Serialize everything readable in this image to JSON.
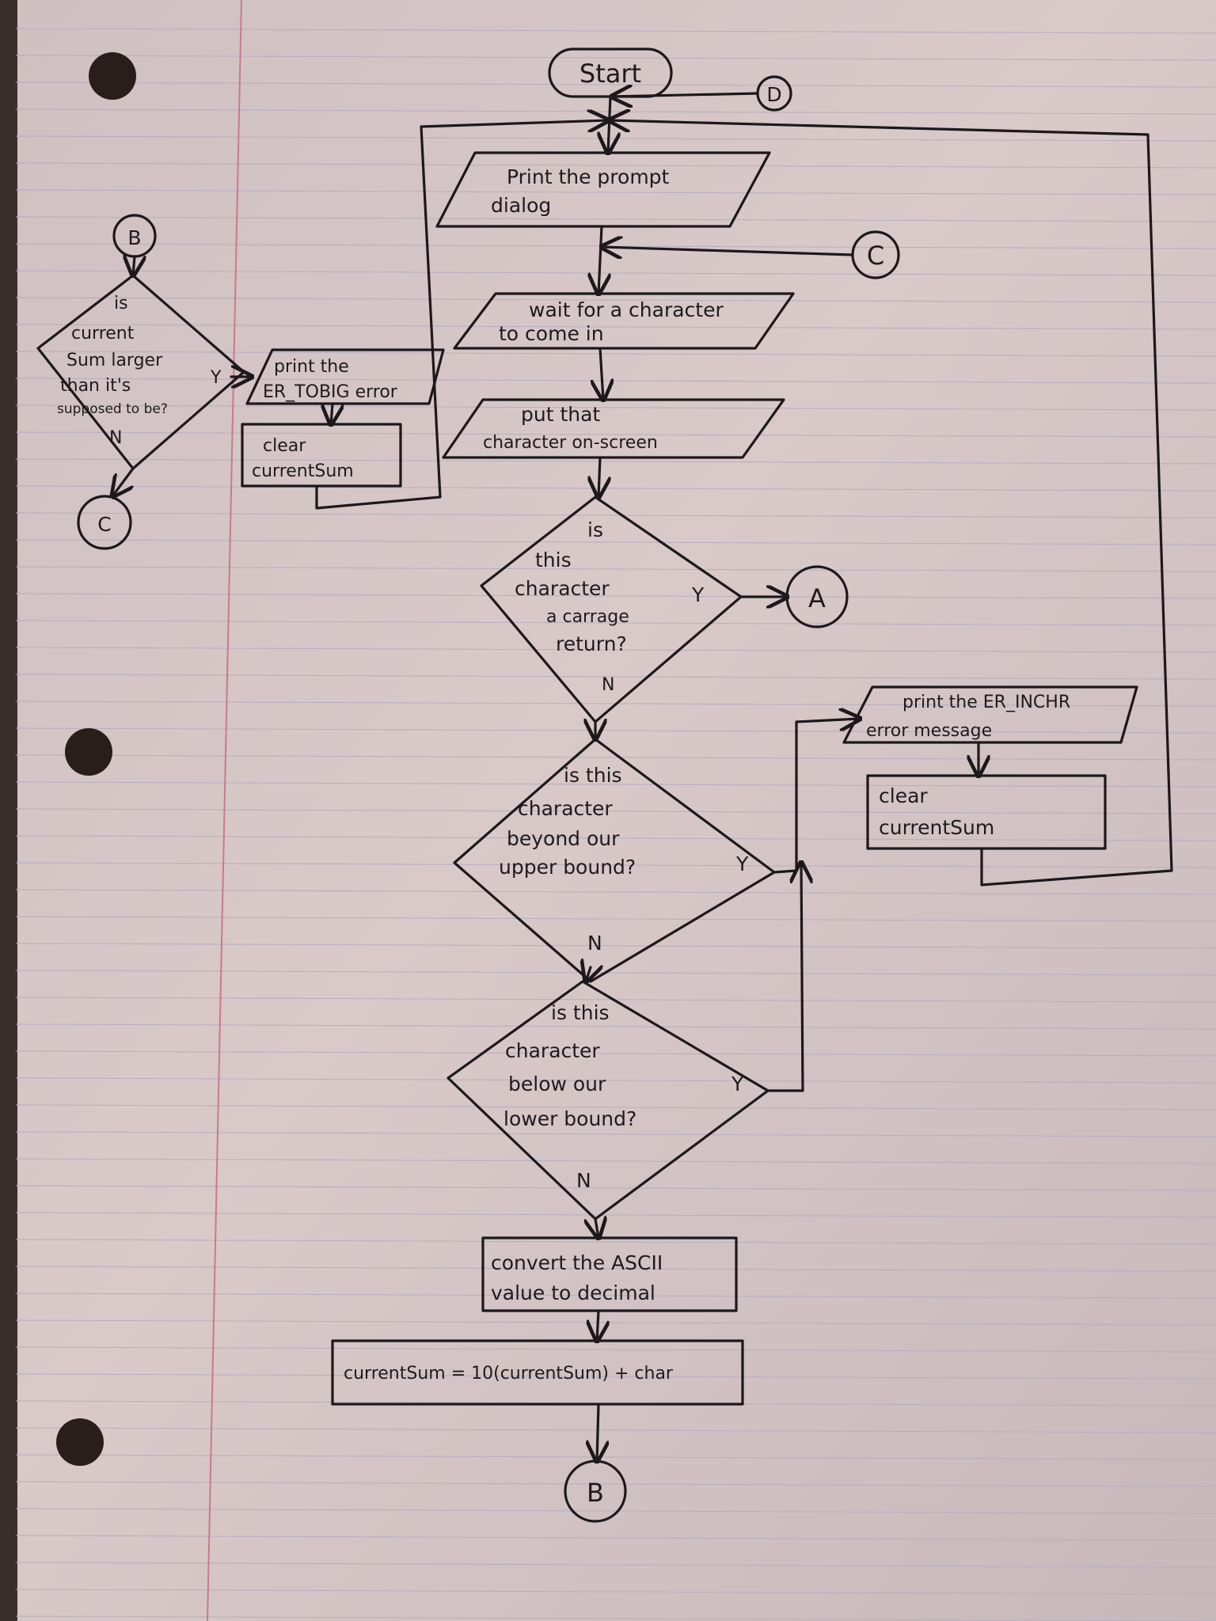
{
  "nodes": {
    "start": "Start",
    "prompt": [
      "Print the prompt",
      "dialog"
    ],
    "wait": [
      "wait for a character",
      "to come in"
    ],
    "put": [
      "put that",
      "character   on-screen"
    ],
    "cr_q": [
      "is",
      "this",
      "character",
      "a   carrage",
      "return?"
    ],
    "upper_q": [
      "is this",
      "character",
      "beyond our",
      "upper bound?"
    ],
    "lower_q": [
      "is this",
      "character",
      "below our",
      "lower bound?"
    ],
    "convert": [
      "convert the ASCII",
      "value to decimal"
    ],
    "sum": "currentSum = 10(currentSum) + char",
    "err_inchr": [
      "print the ER_INCHR",
      "error message"
    ],
    "clear1": [
      "clear",
      "currentSum"
    ],
    "big_q": [
      "is",
      "current",
      "Sum larger",
      "than it's",
      "supposed to be?"
    ],
    "err_tobig": [
      "print the",
      "ER_TOBIG error"
    ],
    "clear2": [
      "clear",
      "currentSum"
    ]
  },
  "connectors": {
    "A": "A",
    "B_top": "B",
    "B_bottom": "B",
    "C_left": "C",
    "C_right": "C",
    "D": "D"
  },
  "branch_labels": {
    "yes": "Y",
    "no": "N"
  }
}
